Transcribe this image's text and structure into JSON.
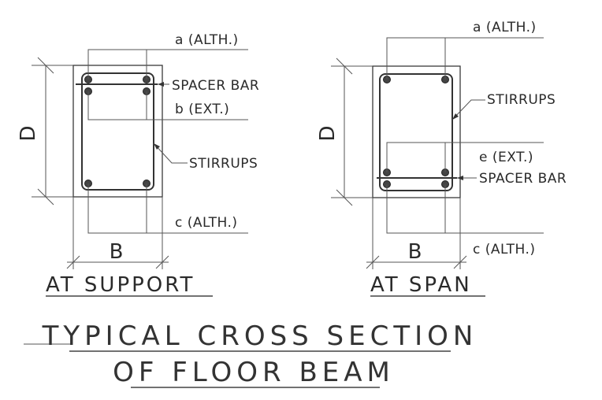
{
  "support_section": {
    "label_a": "a (ALTH.)",
    "label_spacer": "SPACER BAR",
    "label_b": "b (EXT.)",
    "label_stirrups": "STIRRUPS",
    "label_c": "c (ALTH.)",
    "dim_depth": "D",
    "dim_width": "B",
    "caption": "AT SUPPORT"
  },
  "span_section": {
    "label_a": "a (ALTH.)",
    "label_stirrups": "STIRRUPS",
    "label_e": "e (EXT.)",
    "label_spacer": "SPACER BAR",
    "label_c": "c (ALTH.)",
    "dim_depth": "D",
    "dim_width": "B",
    "caption": "AT SPAN"
  },
  "title": {
    "line1": "TYPICAL CROSS SECTION",
    "line2": "OF FLOOR BEAM"
  }
}
